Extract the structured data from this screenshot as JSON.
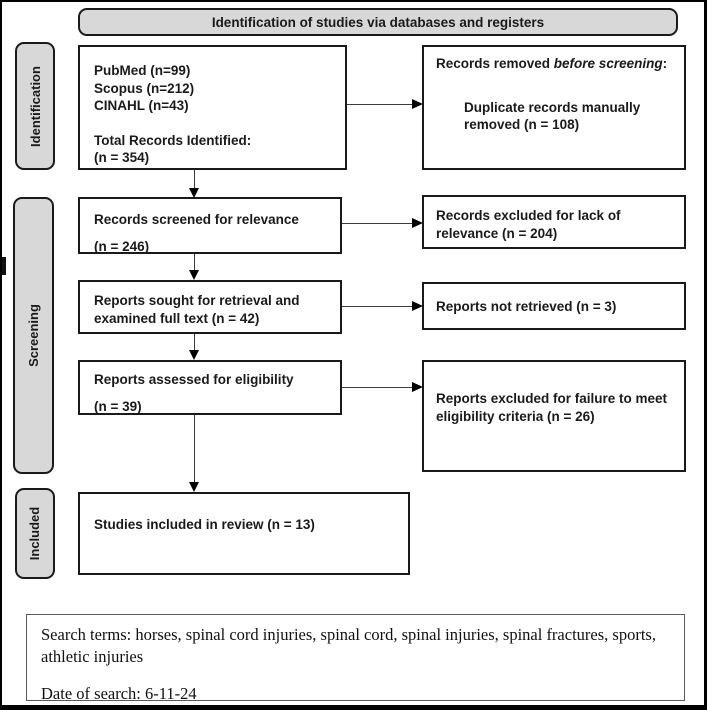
{
  "header": {
    "title": "Identification of studies via databases and registers"
  },
  "stages": [
    "Identification",
    "Screening",
    "Included"
  ],
  "flow": {
    "identified": {
      "databases": [
        "PubMed (n=99)",
        "Scopus (n=212)",
        "CINAHL (n=43)"
      ],
      "total_label": "Total Records Identified:",
      "total_n": "(n = 354)"
    },
    "removed": {
      "title_prefix": "Records removed ",
      "title_italic": "before screening",
      "title_suffix": ":",
      "detail": "Duplicate records manually removed (n = 108)"
    },
    "screened": {
      "text": "Records screened for relevance",
      "n": "(n = 246)"
    },
    "excluded_relevance": {
      "text": "Records excluded for lack of relevance (n = 204)"
    },
    "sought": {
      "text": "Reports sought for retrieval and examined full text (n = 42)"
    },
    "not_retrieved": {
      "text": "Reports not retrieved (n = 3)"
    },
    "assessed": {
      "text": "Reports assessed for eligibility",
      "n": "(n = 39)"
    },
    "excluded_eligibility": {
      "text": "Reports excluded for failure to meet eligibility criteria (n = 26)"
    },
    "included": {
      "text": "Studies included in review (n = 13)"
    }
  },
  "footer": {
    "search_terms": "Search terms: horses, spinal cord injuries, spinal cord, spinal injuries, spinal fractures, sports, athletic injuries",
    "date": "Date of search: 6-11-24"
  },
  "colors": {
    "band_fill": "#d8d8d8",
    "border": "#1a1a1a",
    "arrow": "#000000"
  }
}
